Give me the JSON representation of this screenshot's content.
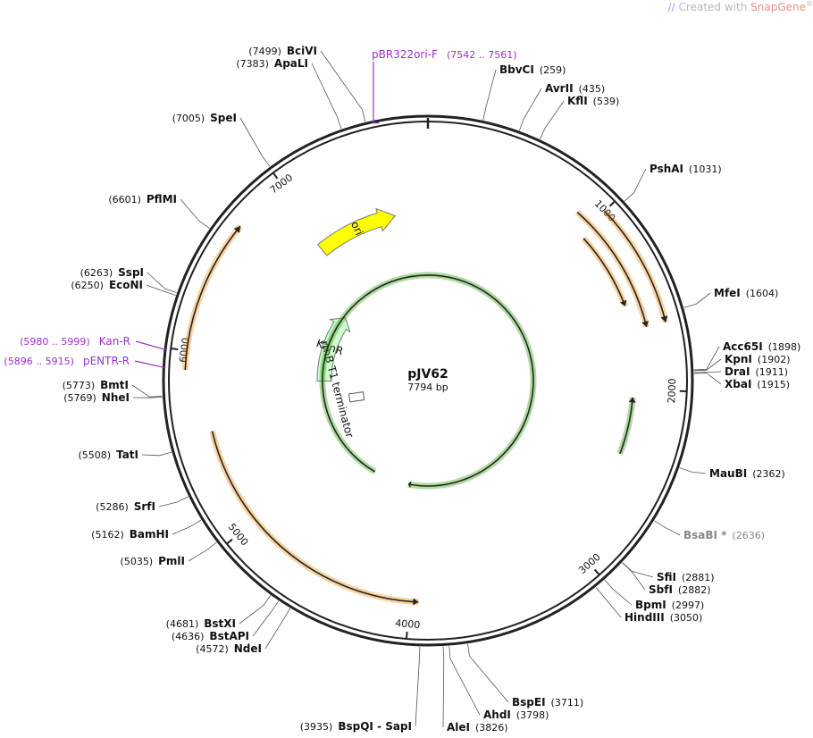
{
  "watermark": {
    "prefix": "Created with ",
    "brand": "SnapGene",
    "reg": "®",
    "logo_icon": "snapgene-logo-icon"
  },
  "plasmid": {
    "name": "pJV62",
    "length_label": "7794 bp",
    "length": 7794
  },
  "ticks": [
    {
      "bp": 1000,
      "label": "1000"
    },
    {
      "bp": 2000,
      "label": "2000"
    },
    {
      "bp": 3000,
      "label": "3000"
    },
    {
      "bp": 4000,
      "label": "4000"
    },
    {
      "bp": 5000,
      "label": "5000"
    },
    {
      "bp": 6000,
      "label": "6000"
    },
    {
      "bp": 7000,
      "label": "7000"
    }
  ],
  "features": [
    {
      "name": "ori",
      "start": 6950,
      "end": 7550,
      "direction": "forward",
      "color": "#ffff00",
      "label": "ori"
    },
    {
      "name": "KanR",
      "start": 5840,
      "end": 6650,
      "direction": "forward",
      "color": "#ccffcc",
      "label": "KanR"
    },
    {
      "name": "rrnB T1 terminator",
      "start": 5560,
      "end": 5600,
      "direction": "none",
      "color": "#ffffff",
      "label": "rrnB T1 terminator"
    }
  ],
  "orfs": [
    {
      "start": 5900,
      "end": 6700,
      "direction": "forward",
      "color": "#f0a030"
    },
    {
      "start": 900,
      "end": 1650,
      "direction": "forward",
      "color": "#f0a030"
    },
    {
      "start": 1030,
      "end": 1500,
      "direction": "forward",
      "color": "#f0a030"
    },
    {
      "start": 1000,
      "end": 1650,
      "direction": "forward",
      "color": "#f0a030"
    },
    {
      "start": 2400,
      "end": 2050,
      "direction": "reverse",
      "color": "#50b030"
    },
    {
      "start": 3950,
      "end": 5560,
      "direction": "reverse",
      "color": "#f0a030"
    },
    {
      "start": 4550,
      "end": 4130,
      "direction": "forward",
      "color": "#50b030"
    }
  ],
  "sites": [
    {
      "name": "BciVI",
      "pos": "(7499)",
      "bp": 7499,
      "side": "left"
    },
    {
      "name": "ApaLI",
      "pos": "(7383)",
      "bp": 7383,
      "side": "left"
    },
    {
      "name": "SpeI",
      "pos": "(7005)",
      "bp": 7005,
      "side": "left"
    },
    {
      "name": "PflMI",
      "pos": "(6601)",
      "bp": 6601,
      "side": "left"
    },
    {
      "name": "SspI",
      "pos": "(6263)",
      "bp": 6263,
      "side": "left"
    },
    {
      "name": "EcoNI",
      "pos": "(6250)",
      "bp": 6250,
      "side": "left"
    },
    {
      "name": "BmtI",
      "pos": "(5773)",
      "bp": 5773,
      "side": "left"
    },
    {
      "name": "NheI",
      "pos": "(5769)",
      "bp": 5769,
      "side": "left"
    },
    {
      "name": "TatI",
      "pos": "(5508)",
      "bp": 5508,
      "side": "left"
    },
    {
      "name": "SrfI",
      "pos": "(5286)",
      "bp": 5286,
      "side": "left"
    },
    {
      "name": "BamHI",
      "pos": "(5162)",
      "bp": 5162,
      "side": "left"
    },
    {
      "name": "PmlI",
      "pos": "(5035)",
      "bp": 5035,
      "side": "left"
    },
    {
      "name": "BstXI",
      "pos": "(4681)",
      "bp": 4681,
      "side": "left"
    },
    {
      "name": "BstAPI",
      "pos": "(4636)",
      "bp": 4636,
      "side": "left"
    },
    {
      "name": "NdeI",
      "pos": "(4572)",
      "bp": 4572,
      "side": "left"
    },
    {
      "name": "BspQI - SapI",
      "pos": "(3935)",
      "bp": 3935,
      "side": "left"
    },
    {
      "name": "BbvCI",
      "pos": "(259)",
      "bp": 259,
      "side": "right"
    },
    {
      "name": "AvrII",
      "pos": "(435)",
      "bp": 435,
      "side": "right"
    },
    {
      "name": "KflI",
      "pos": "(539)",
      "bp": 539,
      "side": "right"
    },
    {
      "name": "PshAI",
      "pos": "(1031)",
      "bp": 1031,
      "side": "right"
    },
    {
      "name": "MfeI",
      "pos": "(1604)",
      "bp": 1604,
      "side": "right"
    },
    {
      "name": "Acc65I",
      "pos": "(1898)",
      "bp": 1898,
      "side": "right"
    },
    {
      "name": "KpnI",
      "pos": "(1902)",
      "bp": 1902,
      "side": "right"
    },
    {
      "name": "DraI",
      "pos": "(1911)",
      "bp": 1911,
      "side": "right"
    },
    {
      "name": "XbaI",
      "pos": "(1915)",
      "bp": 1915,
      "side": "right"
    },
    {
      "name": "MauBI",
      "pos": "(2362)",
      "bp": 2362,
      "side": "right"
    },
    {
      "name": "BsaBI",
      "star": "*",
      "pos": "(2636)",
      "bp": 2636,
      "side": "right",
      "dim": true
    },
    {
      "name": "SfiI",
      "pos": "(2881)",
      "bp": 2881,
      "side": "right"
    },
    {
      "name": "SbfI",
      "pos": "(2882)",
      "bp": 2882,
      "side": "right"
    },
    {
      "name": "BpmI",
      "pos": "(2997)",
      "bp": 2997,
      "side": "right"
    },
    {
      "name": "HindIII",
      "pos": "(3050)",
      "bp": 3050,
      "side": "right"
    },
    {
      "name": "BspEI",
      "pos": "(3711)",
      "bp": 3711,
      "side": "right"
    },
    {
      "name": "AhdI",
      "pos": "(3798)",
      "bp": 3798,
      "side": "right"
    },
    {
      "name": "AleI",
      "pos": "(3826)",
      "bp": 3826,
      "side": "right"
    }
  ],
  "primers": [
    {
      "name": "pBR322ori-F",
      "pos": "(7542 .. 7561)",
      "bp": 7552
    },
    {
      "name": "Kan-R",
      "pos": "(5980 .. 5999)",
      "bp": 5990
    },
    {
      "name": "pENTR-R",
      "pos": "(5896 .. 5915)",
      "bp": 5906
    }
  ],
  "colors": {
    "backbone": "#222222",
    "primer": "#9b2fc9",
    "orf_orange": "#f0a030",
    "orf_green": "#50b030"
  }
}
